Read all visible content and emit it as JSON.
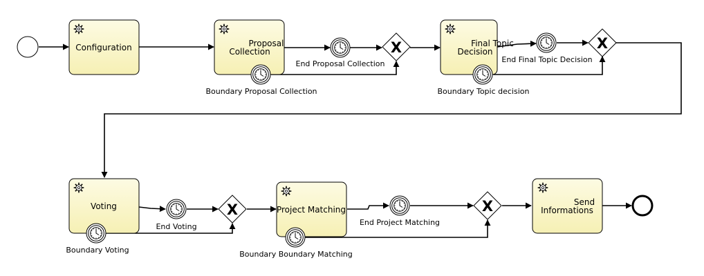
{
  "tasks": {
    "configuration": "Configuration",
    "proposal_collection": [
      "Proposal",
      "Collection"
    ],
    "final_topic_decision": [
      "Final Topic",
      "Decision"
    ],
    "voting": "Voting",
    "project_matching": "Project Matching",
    "send_informations": [
      "Send",
      "Informations"
    ]
  },
  "events": {
    "end_proposal_collection": "End Proposal Collection",
    "boundary_proposal_collection": "Boundary Proposal Collection",
    "end_final_topic_decision": "End Final Topic Decision",
    "boundary_topic_decision": "Boundary Topic decision",
    "end_voting": "End Voting",
    "boundary_voting": "Boundary Voting",
    "end_project_matching": "End Project Matching",
    "boundary_boundary_matching": "Boundary Boundary Matching"
  },
  "gateway_symbol": "X",
  "icons": {
    "task": "gear-icon",
    "timer": "clock-icon",
    "start": "start-event-icon",
    "end": "end-event-icon"
  },
  "colors": {
    "task_fill_top": "#fdfbe3",
    "task_fill_bottom": "#f6f0b4",
    "stroke": "#000000"
  }
}
